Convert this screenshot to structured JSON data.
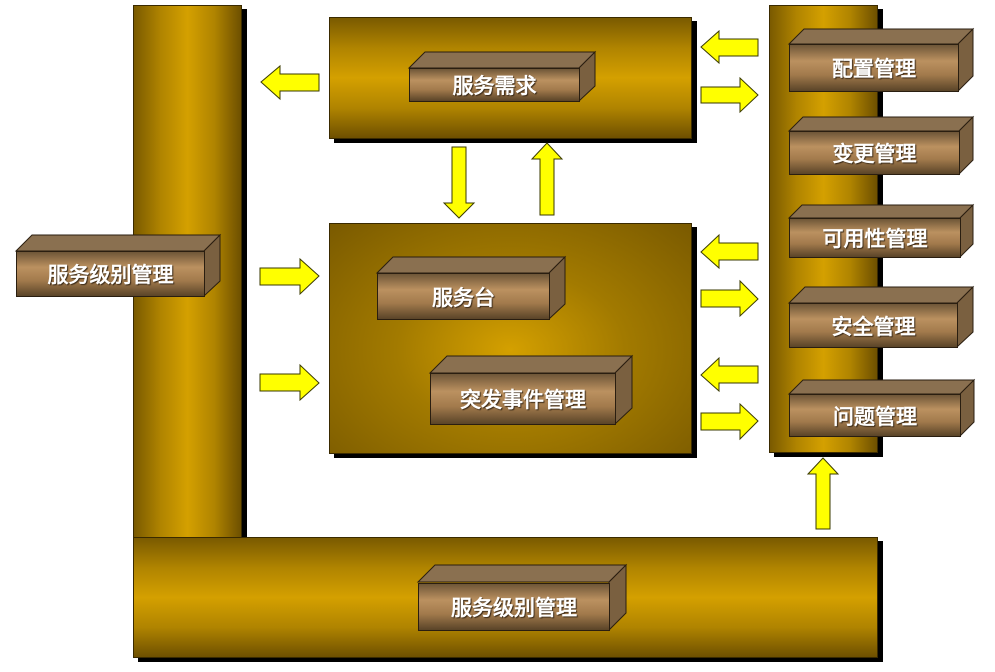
{
  "diagram": {
    "left_pillar": {
      "label": "服务级别管理"
    },
    "bottom_pillar": {
      "label": "服务级别管理"
    },
    "service_request_panel": {
      "label": "服务需求"
    },
    "service_desk_panel": {
      "service_desk": "服务台",
      "incident_management": "突发事件管理"
    },
    "right_pillar": {
      "items": [
        {
          "label": "配置管理"
        },
        {
          "label": "变更管理"
        },
        {
          "label": "可用性管理"
        },
        {
          "label": "安全管理"
        },
        {
          "label": "问题管理"
        }
      ]
    }
  },
  "colors": {
    "pillar_gold": "#d4a000",
    "pillar_dark": "#7a5a00",
    "box_brown": "#a27a4c",
    "arrow_yellow": "#ffff00",
    "text": "#ffffff"
  }
}
